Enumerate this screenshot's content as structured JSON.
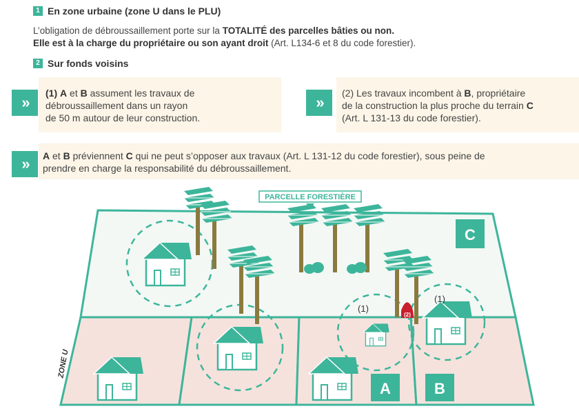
{
  "section1": {
    "number": "1",
    "title": "En zone urbaine (zone U dans le PLU)"
  },
  "intro": {
    "line1_pre": "L’obligation de débroussaillement porte sur la ",
    "line1_bold": "TOTALITÉ des parcelles bâties ou non.",
    "line2_bold": "Elle est à la charge du propriétaire ou son ayant droit",
    "line2_post": " (Art. L134-6 et 8 du code forestier)."
  },
  "section2": {
    "number": "2",
    "title": "Sur fonds voisins"
  },
  "box1": {
    "num": "(1)",
    "a": "A",
    "et": " et ",
    "b": "B",
    "line1_post": " assument les travaux de",
    "line2": "débroussaillement dans un rayon",
    "line3": "de 50 m autour de leur construction."
  },
  "box2": {
    "line1_pre": "(2) Les travaux incombent à ",
    "b": "B",
    "line1_post": ", propriétaire",
    "line2_pre": "de la construction la plus proche du terrain ",
    "c": "C",
    "line3": "(Art. L 131-13 du code forestier)."
  },
  "box3": {
    "a": "A",
    "et": " et ",
    "b": "B",
    "pre_c": " préviennent ",
    "c": "C",
    "line1_post": " qui ne peut s’opposer aux travaux (Art. L 131-12 du code forestier), sous peine de",
    "line2": "prendre en charge la responsabilité du débroussaillement."
  },
  "chevron": "»",
  "diagram": {
    "forest_label": "PARCELLE FORESTIÈRE",
    "zone_label": "ZONE U",
    "label_a": "A",
    "label_b": "B",
    "label_c": "C",
    "circle_label_1": "(1)",
    "circle_label_2": "(1)",
    "marker_label": "(2)"
  },
  "colors": {
    "teal": "#3db59a",
    "pink": "#f6e2dd",
    "cream": "#fcf5e8",
    "forest": "#f3f8f5",
    "red": "#c8202f"
  }
}
